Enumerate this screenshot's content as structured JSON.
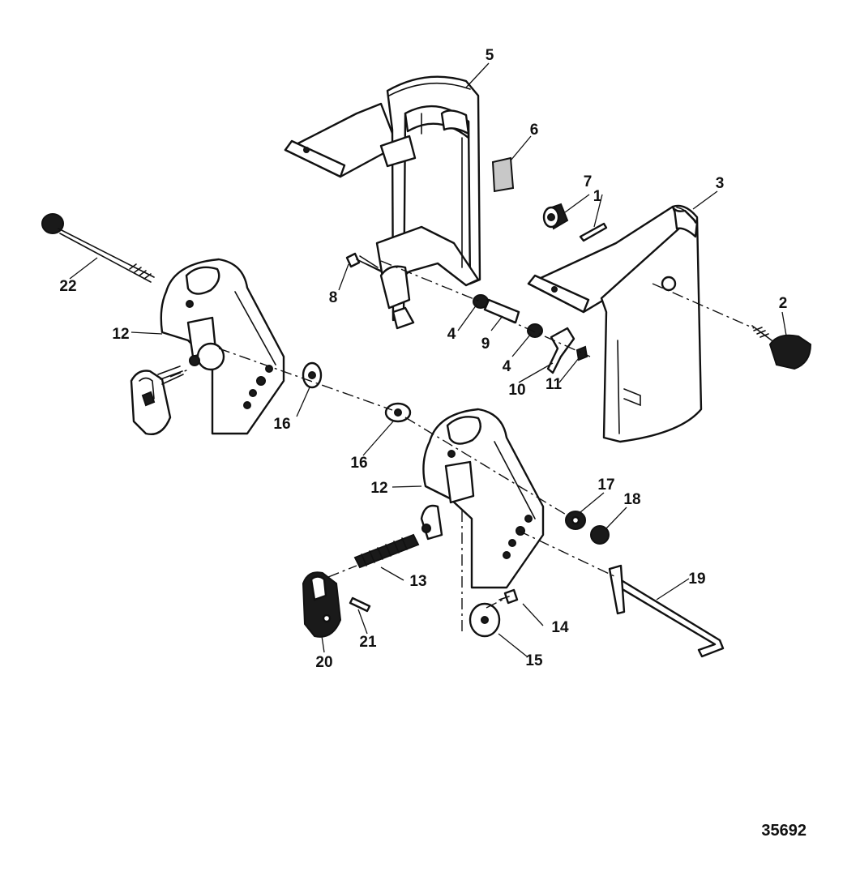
{
  "callouts": {
    "c1": "1",
    "c2": "2",
    "c3": "3",
    "c4a": "4",
    "c4b": "4",
    "c5": "5",
    "c6": "6",
    "c7": "7",
    "c8": "8",
    "c9": "9",
    "c10": "10",
    "c11": "11",
    "c12a": "12",
    "c12b": "12",
    "c13": "13",
    "c14": "14",
    "c15": "15",
    "c16a": "16",
    "c16b": "16",
    "c17": "17",
    "c18": "18",
    "c19": "19",
    "c20": "20",
    "c21": "21",
    "c22": "22"
  },
  "figure_number": "35692"
}
